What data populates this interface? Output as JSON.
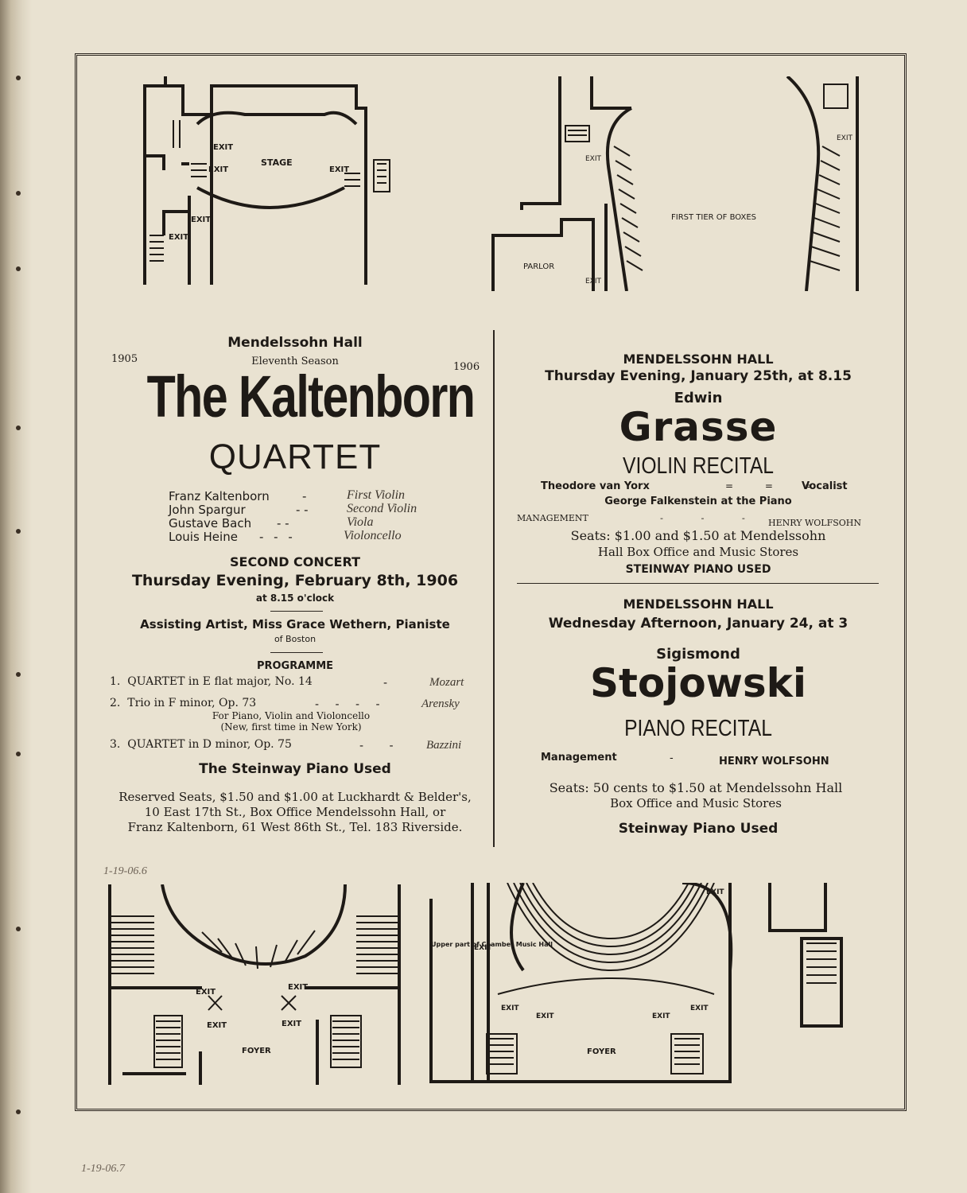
{
  "floorplans": {
    "top_left": {
      "stage": "STAGE",
      "exit": "EXIT"
    },
    "top_right": {
      "first_tier": "FIRST TIER OF BOXES",
      "parlor": "PARLOR",
      "exit": "EXIT"
    },
    "bottom_left": {
      "foyer": "FOYER",
      "exit": "EXIT"
    },
    "bottom_right": {
      "upper_part": "Upper part of Chamber Music Hall",
      "foyer": "FOYER",
      "exit": "EXIT"
    }
  },
  "left_ad": {
    "venue": "Mendelssohn Hall",
    "year_start": "1905",
    "season": "Eleventh Season",
    "year_end": "1906",
    "title": "The Kaltenborn",
    "subtitle": "QUARTET",
    "members": [
      {
        "name": "Franz Kaltenborn",
        "dash": "-",
        "role": "First Violin"
      },
      {
        "name": "John Spargur",
        "dash": "- -",
        "role": "Second Violin"
      },
      {
        "name": "Gustave Bach",
        "dash": "- -",
        "role": "Viola"
      },
      {
        "name": "Louis Heine",
        "dash": "- - -",
        "role": "Violoncello"
      }
    ],
    "concert": "SECOND CONCERT",
    "date": "Thursday Evening, February 8th, 1906",
    "time": "at 8.15 o'clock",
    "assisting": "Assisting Artist, Miss Grace Wethern, Pianiste",
    "assisting_from": "of Boston",
    "programme_heading": "PROGRAMME",
    "programme": [
      {
        "num": "1.",
        "work": "QUARTET in E flat major, No. 14",
        "dash": "-",
        "composer": "Mozart",
        "notes": []
      },
      {
        "num": "2.",
        "work": "Trio in F minor, Op. 73",
        "dash": "- - - -",
        "composer": "Arensky",
        "notes": [
          "For Piano, Violin and Violoncello",
          "(New, first time in New York)"
        ]
      },
      {
        "num": "3.",
        "work": "QUARTET in D minor, Op. 75",
        "dash": "- -",
        "composer": "Bazzini",
        "notes": []
      }
    ],
    "piano": "The Steinway Piano Used",
    "seats": [
      "Reserved Seats, $1.50 and $1.00 at Luckhardt & Belder's,",
      "10 East 17th St., Box Office Mendelssohn Hall, or",
      "Franz Kaltenborn, 61 West 86th St., Tel. 183 Riverside."
    ]
  },
  "right_ad_1": {
    "venue": "MENDELSSOHN HALL",
    "date": "Thursday Evening, January 25th, at 8.15",
    "first_name": "Edwin",
    "last_name": "Grasse",
    "recital": "VIOLIN RECITAL",
    "vocalist_name": "Theodore van Yorx",
    "vocalist_dash": "= = =",
    "vocalist_role": "Vocalist",
    "pianist": "George Falkenstein at the Piano",
    "management_label": "MANAGEMENT",
    "management_dash": "- - -",
    "management_name": "HENRY WOLFSOHN",
    "seats_line1": "Seats: $1.00 and $1.50 at Mendelssohn",
    "seats_line2": "Hall Box Office and Music Stores",
    "piano": "STEINWAY PIANO USED"
  },
  "right_ad_2": {
    "venue": "MENDELSSOHN HALL",
    "date": "Wednesday Afternoon, January 24, at 3",
    "first_name": "Sigismond",
    "last_name": "Stojowski",
    "recital": "PIANO RECITAL",
    "management_label": "Management",
    "management_dash": "-",
    "management_name": "HENRY WOLFSOHN",
    "seats_line1": "Seats: 50 cents to $1.50 at Mendelssohn Hall",
    "seats_line2": "Box Office and Music Stores",
    "piano": "Steinway Piano Used"
  },
  "annotations": {
    "mid": "1-19-06.6",
    "bottom": "1-19-06.7"
  }
}
